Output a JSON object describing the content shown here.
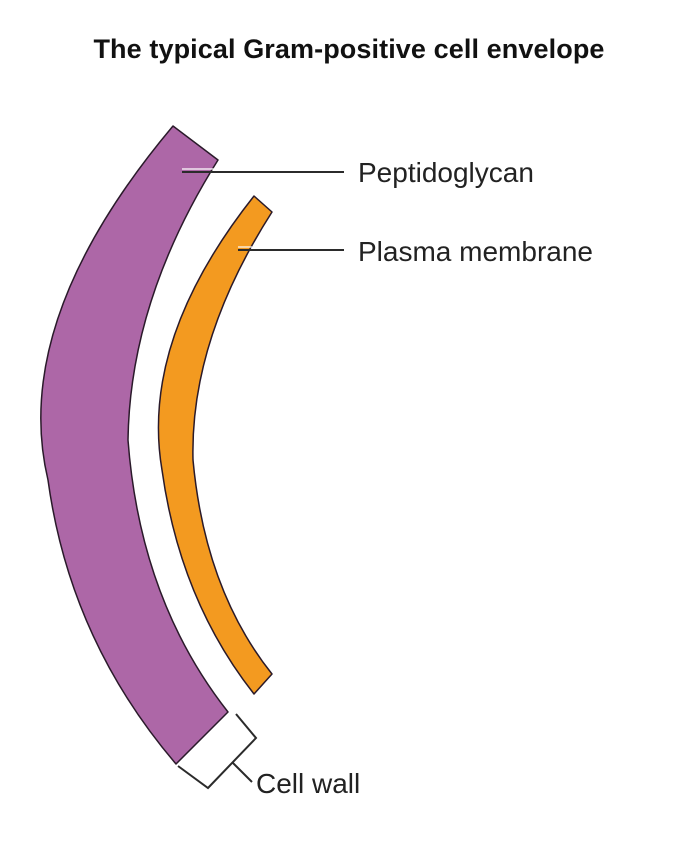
{
  "title": "The typical Gram-positive cell envelope",
  "labels": {
    "peptidoglycan": "Peptidoglycan",
    "plasma_membrane": "Plasma membrane",
    "cell_wall": "Cell wall"
  },
  "colors": {
    "peptidoglycan": "#ad67a7",
    "plasma_membrane": "#f39a20",
    "outline": "#2a1a2a",
    "leader": "#2b2b2b",
    "title": "#111111"
  }
}
